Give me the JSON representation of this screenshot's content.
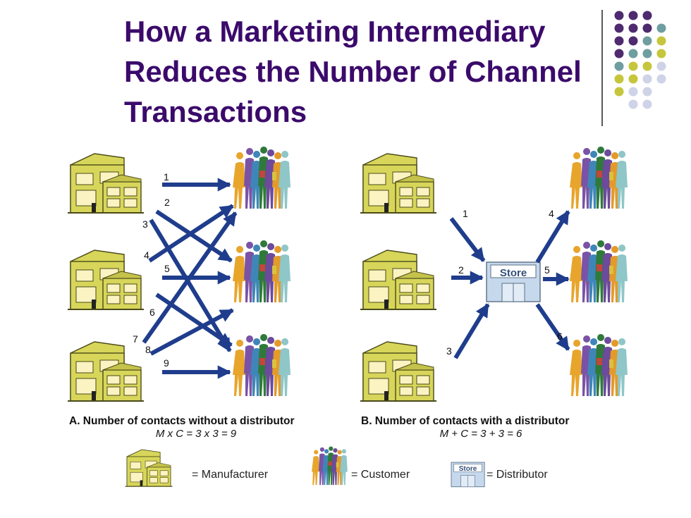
{
  "slide": {
    "title_lines": [
      "How a Marketing Intermediary",
      "Reduces the Number of Channel",
      "Transactions"
    ]
  },
  "panel_a": {
    "caption": "A. Number of contacts without a distributor",
    "formula": "M x C = 3 x 3 = 9",
    "contact_labels": [
      "1",
      "2",
      "3",
      "4",
      "5",
      "6",
      "7",
      "8",
      "9"
    ]
  },
  "panel_b": {
    "caption": "B. Number of contacts with a distributor",
    "formula": "M + C = 3 + 3 = 6",
    "contact_labels": [
      "1",
      "2",
      "3",
      "4",
      "5",
      "6"
    ],
    "store_label": "Store"
  },
  "legend": {
    "manufacturer": "= Manufacturer",
    "customer": "= Customer",
    "distributor": "= Distributor",
    "store_label": "Store"
  },
  "colors": {
    "title": "#3b0a6b",
    "arrow": "#1f3d8c",
    "building": "#d8d65a",
    "building_light": "#fbf3c2",
    "store": "#c6d8ec",
    "dot_purple": "#4e2a6e",
    "dot_teal": "#6f9ea0",
    "dot_olive": "#c6c63c",
    "dot_lavender": "#cfd3e8"
  }
}
